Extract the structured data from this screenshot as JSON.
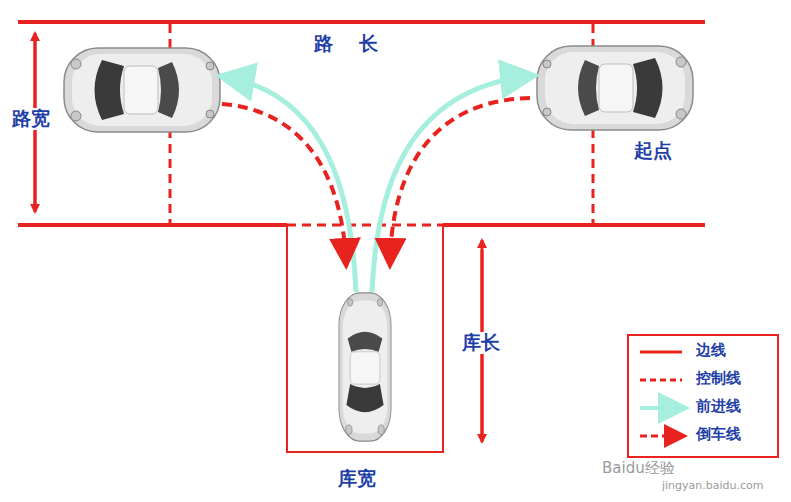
{
  "diagram": {
    "labels": [
      "路长",
      "路宽",
      "起点",
      "库长",
      "库宽",
      "Baidu经验",
      "jingyan.baidu.com"
    ],
    "legend": [
      {
        "text": "边线"
      },
      {
        "text": "控制线"
      },
      {
        "text": "前进线"
      },
      {
        "text": "倒车线"
      }
    ]
  }
}
